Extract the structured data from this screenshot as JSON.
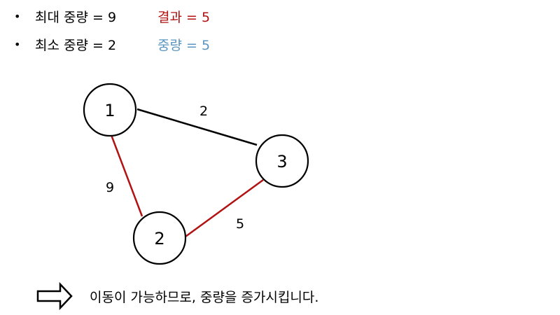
{
  "bullets": [
    {
      "bullet": "•",
      "text": "최대 중량 = 9",
      "side_text": "결과 = 5",
      "side_color": "#b11212"
    },
    {
      "bullet": "•",
      "text": "최소 중량 = 2",
      "side_text": "중량 = 5",
      "side_color": "#5b95c2"
    }
  ],
  "graph": {
    "nodes": [
      {
        "id": "1",
        "label": "1"
      },
      {
        "id": "2",
        "label": "2"
      },
      {
        "id": "3",
        "label": "3"
      }
    ],
    "edges": [
      {
        "from": "1",
        "to": "3",
        "weight": "2",
        "color": "#000000"
      },
      {
        "from": "1",
        "to": "2",
        "weight": "9",
        "color": "#b11212"
      },
      {
        "from": "2",
        "to": "3",
        "weight": "5",
        "color": "#b11212"
      }
    ]
  },
  "footer": {
    "arrow_icon": "right-arrow-outline-icon",
    "text": "이동이 가능하므로, 중량을 증가시킵니다."
  }
}
